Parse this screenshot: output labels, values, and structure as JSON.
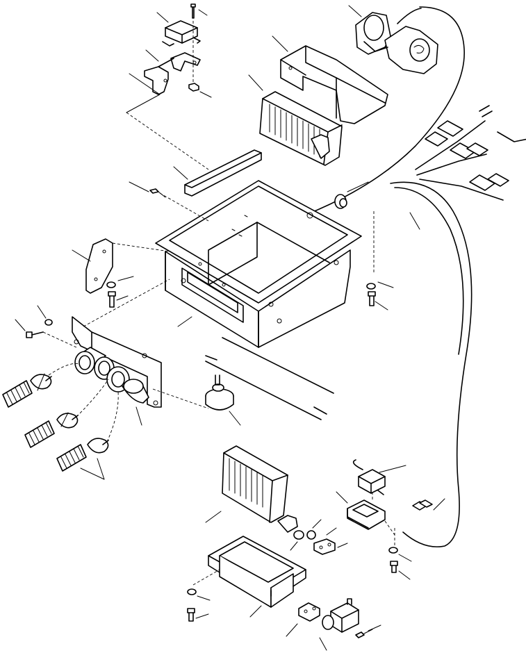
{
  "diagram": {
    "kind": "exploded-parts-view",
    "style": {
      "line_color": "#000000",
      "background": "#ffffff"
    },
    "parts": [
      "relay",
      "relay-bracket",
      "bolt",
      "nut",
      "blower-motor",
      "blower-duct",
      "heater-core",
      "duct-support",
      "heater-box",
      "mounting-bracket",
      "grommet",
      "wire-harness",
      "connector",
      "outlet-plate",
      "hose-clamp",
      "heater-hose",
      "drain-grommet",
      "lower-heater-core",
      "lower-housing",
      "thermostat-switch",
      "resistor",
      "water-valve",
      "washer",
      "screw"
    ]
  }
}
